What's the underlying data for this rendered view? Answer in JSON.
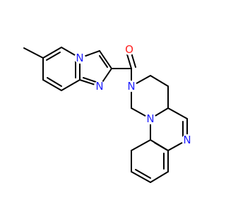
{
  "molecule": {
    "atom_labels": {
      "n_bridge": "N",
      "n_imidazole": "N",
      "o_carbonyl": "O",
      "n_piperazine_amide": "N",
      "n_piperazine_aryl": "N",
      "n_pyridine": "N"
    },
    "colors": {
      "bond": "#000000",
      "nitrogen": "#1f1fff",
      "oxygen": "#ff2020"
    }
  }
}
